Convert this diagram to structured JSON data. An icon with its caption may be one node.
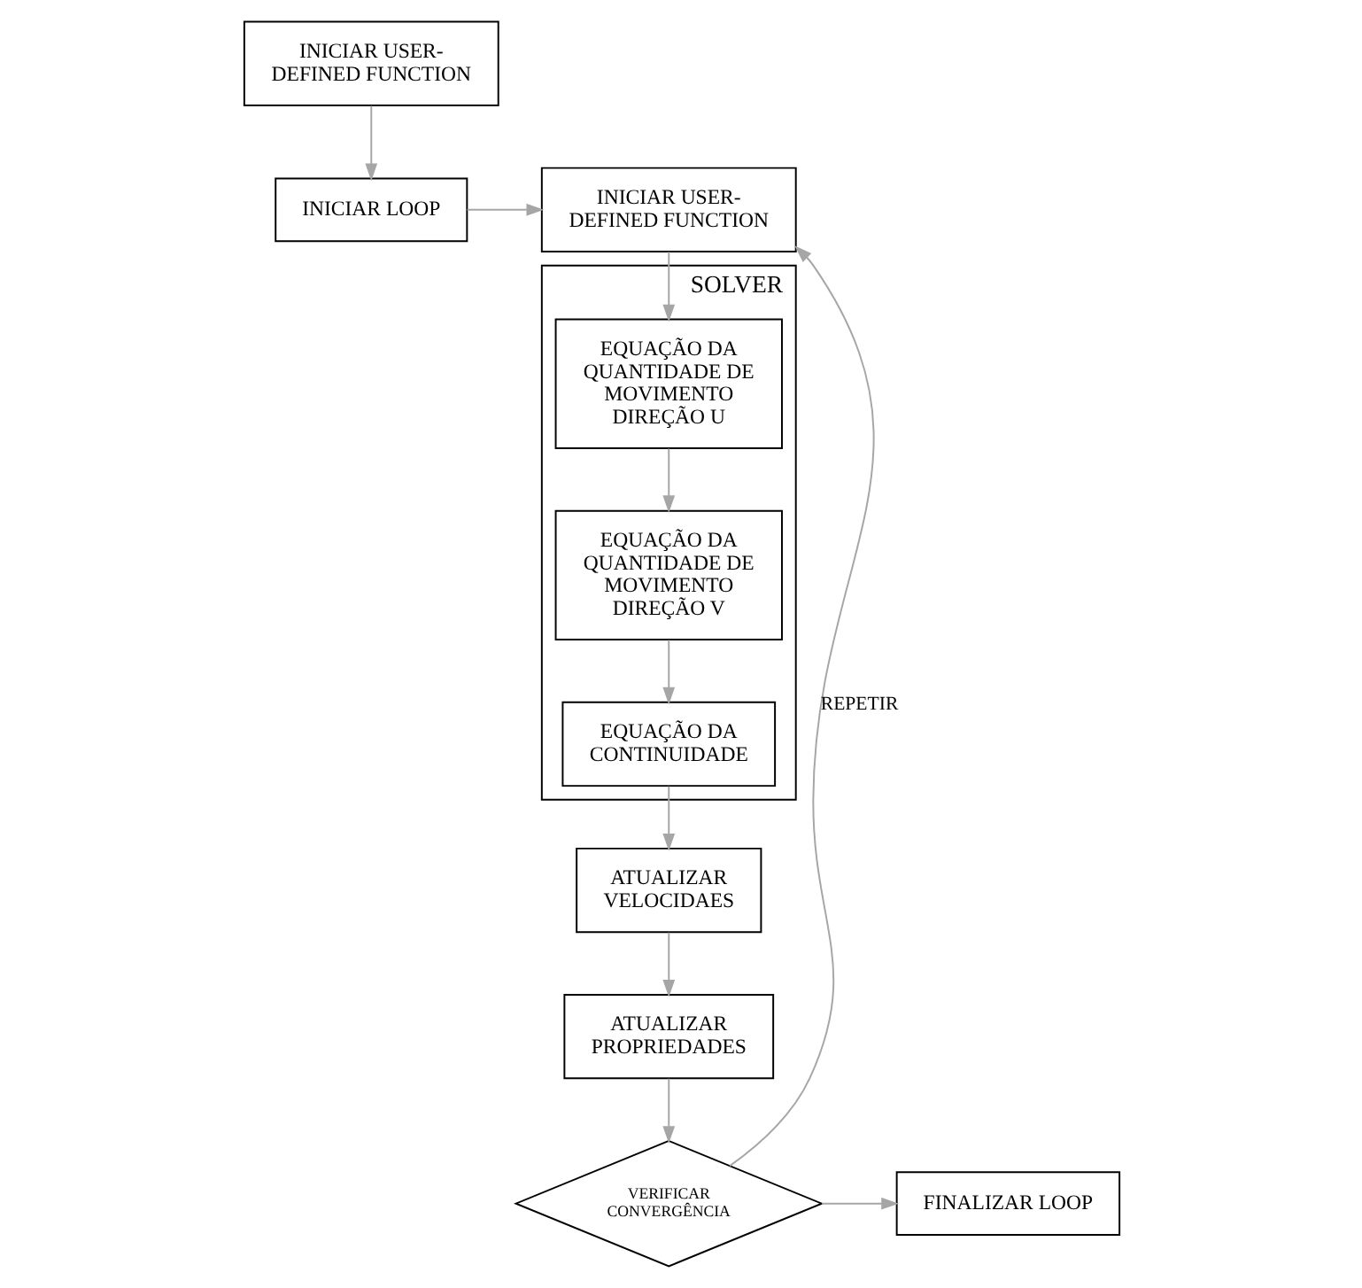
{
  "diagram": {
    "nodes": [
      {
        "text": [
          "INICIAR USER-DEFINED FUNCTION"
        ]
      },
      {
        "text": [
          "INICIAR LOOP"
        ]
      },
      {
        "text": [
          "INICIAR USER-DEFINED FUNCTION"
        ]
      },
      {
        "text": [
          "SOLVER"
        ]
      },
      {
        "text": [
          "EQUAÇÃO DA QUANTIDADE DE MOVIMENTO DIREÇÃO U"
        ],
        "in": 3
      },
      {
        "text": [
          "EQUAÇÃO DA QUANTIDADE DE MOVIMENTO DIREÇÃO V"
        ],
        "in": 3
      },
      {
        "text": [
          "EQUAÇÃO DA CONTINUIDADE"
        ],
        "in": 3
      },
      {
        "text": [
          "VERIFICAR CONVERGÊNCIA"
        ]
      },
      {
        "text": [
          "FINALIZAR LOOP"
        ]
      },
      {
        "text": [
          "ATUALIZAR PROPRIEDADES"
        ]
      },
      {
        "text": [
          "ATUALIZAR VELOCIDAES"
        ]
      }
    ],
    "edges": [
      {
        "from": 0,
        "to": 1,
        "arrow": "to"
      },
      {
        "from": 1,
        "to": 2,
        "arrow": "to"
      },
      {
        "from": 2,
        "to": 4,
        "arrow": "to"
      },
      {
        "from": 4,
        "to": 5,
        "arrow": "to"
      },
      {
        "from": 5,
        "to": 6,
        "arrow": "to"
      },
      {
        "from": 6,
        "to": 10,
        "arrow": "to"
      },
      {
        "from": 10,
        "to": 9,
        "arrow": "to"
      },
      {
        "from": 9,
        "to": 7,
        "arrow": "to"
      },
      {
        "from": 7,
        "to": 8,
        "arrow": "to"
      },
      {
        "from": 7,
        "to": 2,
        "arrow": "to",
        "label": "REPETIR"
      }
    ]
  }
}
